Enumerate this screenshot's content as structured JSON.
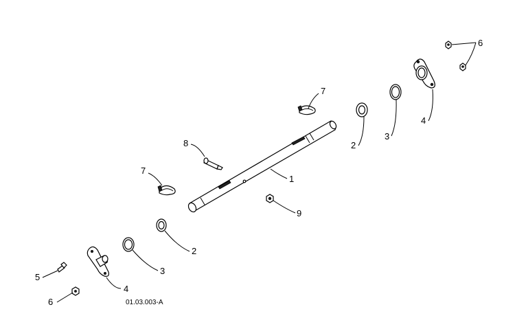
{
  "diagram": {
    "reference_code": "01.03.003-A",
    "callouts": {
      "shaft": "1",
      "bushing_lower": "2",
      "bushing_upper": "2",
      "washer_lower": "3",
      "washer_upper": "3",
      "bearing_flange_lower": "4",
      "bearing_flange_upper": "4",
      "bolt": "5",
      "nut_lower": "6",
      "nut_upper": "6",
      "clip_lower": "7",
      "clip_upper": "7",
      "pin": "8",
      "hex_nut": "9"
    }
  }
}
